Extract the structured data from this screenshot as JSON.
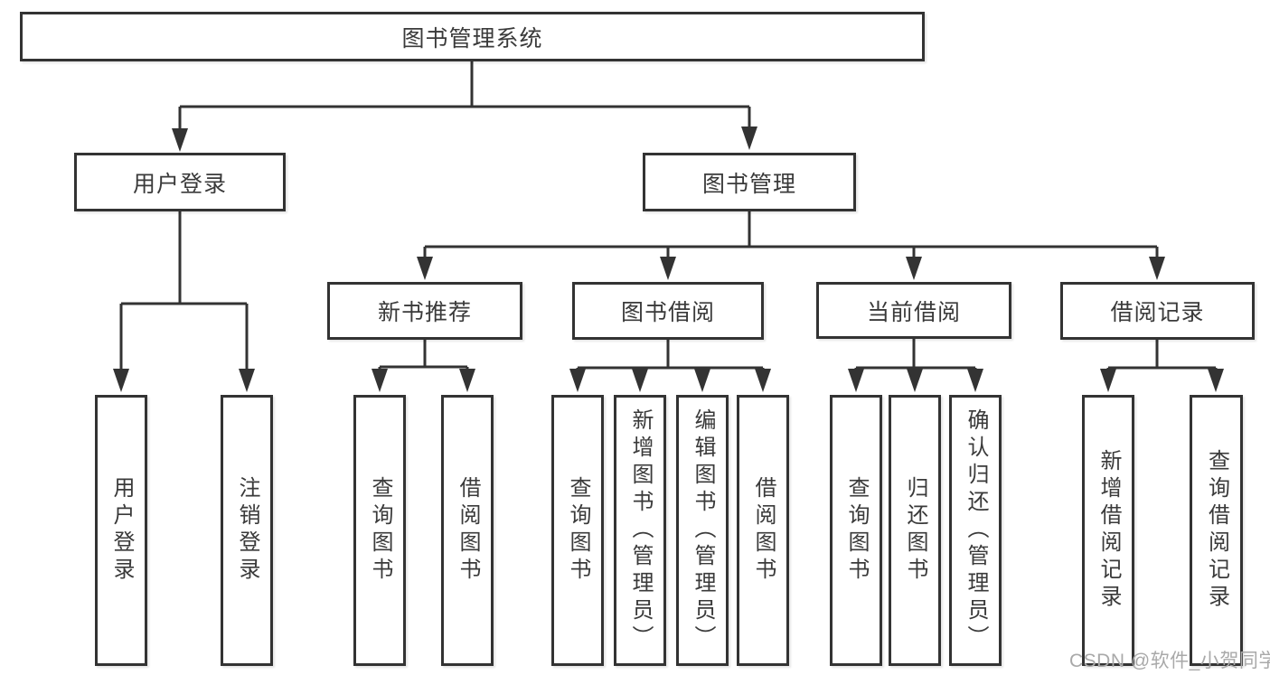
{
  "diagram": {
    "root": {
      "label": "图书管理系统"
    },
    "level2": [
      {
        "label": "用户登录"
      },
      {
        "label": "图书管理"
      }
    ],
    "level3": [
      {
        "label": "新书推荐"
      },
      {
        "label": "图书借阅"
      },
      {
        "label": "当前借阅"
      },
      {
        "label": "借阅记录"
      }
    ],
    "leaves": {
      "user_login": [
        {
          "label": "用户登录"
        },
        {
          "label": "注销登录"
        }
      ],
      "new_book": [
        {
          "label": "查询图书"
        },
        {
          "label": "借阅图书"
        }
      ],
      "book_borrow": [
        {
          "label": "查询图书"
        },
        {
          "label": "新增图书（管理员）"
        },
        {
          "label": "编辑图书（管理员）"
        },
        {
          "label": "借阅图书"
        }
      ],
      "current_borrow": [
        {
          "label": "查询图书"
        },
        {
          "label": "归还图书"
        },
        {
          "label": "确认归还（管理员）"
        }
      ],
      "borrow_record": [
        {
          "label": "新增借阅记录"
        },
        {
          "label": "查询借阅记录"
        }
      ]
    }
  },
  "watermark": {
    "text": "CSDN @软件_小贺同学"
  },
  "colors": {
    "line": "#333333",
    "box_bg": "#ffffff",
    "text": "#3a3a3a",
    "watermark": "#a9a9a9",
    "background": "#ffffff"
  }
}
